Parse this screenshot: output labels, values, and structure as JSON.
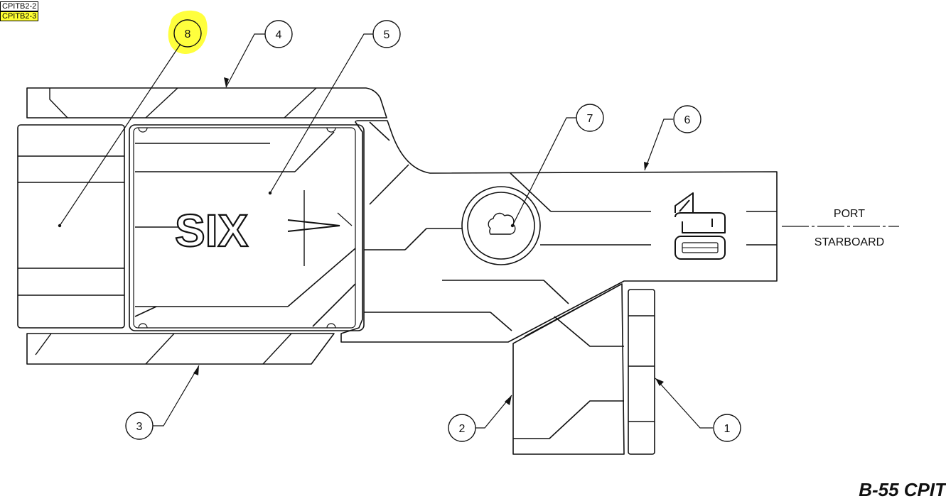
{
  "sheet_tags": [
    "CPITB2-2",
    "CPITB2-3"
  ],
  "highlight_color": "#ffff33",
  "callouts": [
    "1",
    "2",
    "3",
    "4",
    "5",
    "6",
    "7",
    "8"
  ],
  "highlighted_callout": "8",
  "orientation": {
    "top": "PORT",
    "bottom": "STARBOARD"
  },
  "logo_text": "SIX",
  "corner_text": "B-55 CPIT"
}
